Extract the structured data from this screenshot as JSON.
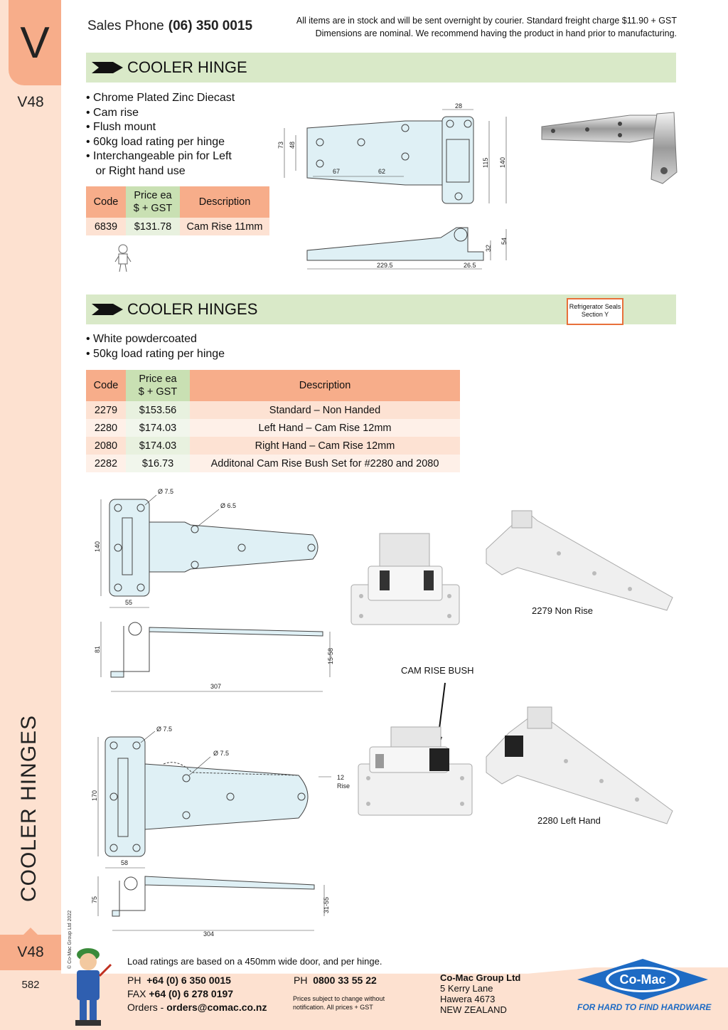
{
  "sidebar": {
    "section_letter": "V",
    "code_top": "V48",
    "vertical_title": "COOLER HINGES",
    "copyright": "© Co-Mac Group Ltd 2022",
    "code_bottom": "V48",
    "page_number": "582"
  },
  "header": {
    "sales_label": "Sales Phone",
    "sales_phone": "(06) 350 0015",
    "notice_line1": "All items are in stock and will be sent overnight by courier. Standard freight charge $11.90 + GST",
    "notice_line2": "Dimensions are nominal. We recommend having the product in hand prior to manufacturing."
  },
  "section1": {
    "title": "COOLER HINGE",
    "bullets": [
      "• Chrome Plated Zinc Diecast",
      "• Cam rise",
      "• Flush mount",
      "• 60kg load rating per hinge",
      "• Interchangeable pin for Left",
      "   or Right hand use"
    ],
    "table": {
      "headers": {
        "code": "Code",
        "price1": "Price ea",
        "price2": "$ + GST",
        "desc": "Description"
      },
      "rows": [
        {
          "code": "6839",
          "price": "$131.78",
          "desc": "Cam Rise 11mm"
        }
      ]
    },
    "dims": {
      "d28": "28",
      "d73": "73",
      "d48": "48",
      "d67": "67",
      "d62": "62",
      "d115": "115",
      "d140": "140",
      "d32": "32",
      "d54": "54",
      "d2295": "229.5",
      "d265": "26.5"
    }
  },
  "section2": {
    "title": "COOLER HINGES",
    "ref_line1": "Refrigerator Seals",
    "ref_line2": "Section Y",
    "bullets": [
      "• White powdercoated",
      "• 50kg load rating per hinge"
    ],
    "table": {
      "headers": {
        "code": "Code",
        "price1": "Price ea",
        "price2": "$ + GST",
        "desc": "Description"
      },
      "rows": [
        {
          "code": "2279",
          "price": "$153.56",
          "desc": "Standard – Non Handed"
        },
        {
          "code": "2280",
          "price": "$174.03",
          "desc": "Left Hand – Cam Rise 12mm"
        },
        {
          "code": "2080",
          "price": "$174.03",
          "desc": "Right Hand – Cam Rise 12mm"
        },
        {
          "code": "2282",
          "price": "$16.73",
          "desc": "Additonal Cam Rise Bush Set for #2280 and 2080"
        }
      ]
    },
    "dims_a": {
      "hole1": "Ø 7.5",
      "hole2": "Ø 6.5",
      "h140": "140",
      "w55": "55",
      "h81": "81",
      "h1558": "15-58",
      "w307": "307"
    },
    "dims_b": {
      "hole1": "Ø 7.5",
      "hole2": "Ø 7.5",
      "h170": "170",
      "w58": "58",
      "rise": "12",
      "rise_label": "Rise",
      "h75": "75",
      "h3155": "31-55",
      "w304": "304"
    },
    "caption_2279": "2279 Non Rise",
    "caption_bush": "CAM RISE BUSH",
    "caption_2280": "2280 Left Hand"
  },
  "footer": {
    "load_note": "Load ratings are based on a 450mm wide door, and per hinge.",
    "ph_label": "PH",
    "ph": "+64 (0) 6 350 0015",
    "fax_label": "FAX",
    "fax": "+64 (0) 6 278 0197",
    "orders_label": "Orders -",
    "orders": "orders@comac.co.nz",
    "ph2_label": "PH",
    "ph2": "0800 33 55 22",
    "prices_note1": "Prices subject to change without",
    "prices_note2": "notification. All prices + GST",
    "company": "Co-Mac Group Ltd",
    "addr1": "5 Kerry Lane",
    "addr2": "Hawera 4673",
    "addr3": "NEW ZEALAND",
    "logo_text": "Co-Mac",
    "tagline": "FOR HARD TO FIND HARDWARE"
  }
}
